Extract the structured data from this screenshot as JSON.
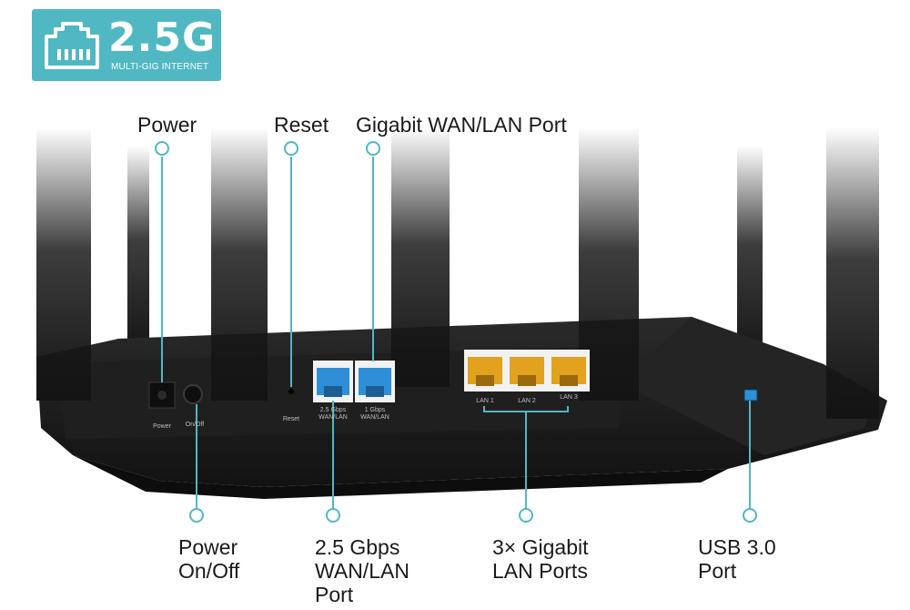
{
  "badge": {
    "speed": "2.5G",
    "caption": "MULTI-GIG INTERNET"
  },
  "callouts": {
    "power": "Power",
    "reset": "Reset",
    "gigabit_wan_lan": "Gigabit WAN/LAN Port",
    "power_onoff_line1": "Power",
    "power_onoff_line2": "On/Off",
    "wan25_line1": "2.5 Gbps",
    "wan25_line2": "WAN/LAN",
    "wan25_line3": "Port",
    "lan_line1": "3× Gigabit",
    "lan_line2": "LAN Ports",
    "usb_line1": "USB 3.0",
    "usb_line2": "Port"
  },
  "port_labels": {
    "power": "Power",
    "onoff": "On/Off",
    "reset": "Reset",
    "wan25_a": "2.5 Gbps",
    "wan25_b": "WAN/LAN",
    "wan1_a": "1 Gbps",
    "wan1_b": "WAN/LAN",
    "lan1": "LAN 1",
    "lan2": "LAN 2",
    "lan3": "LAN 3"
  },
  "colors": {
    "accent": "#50b8c3",
    "wan_port": "#2f8fd6",
    "lan_port": "#e2a21d",
    "body": "#1b1b1b"
  },
  "icons": {
    "badge": "ethernet-port-icon"
  }
}
